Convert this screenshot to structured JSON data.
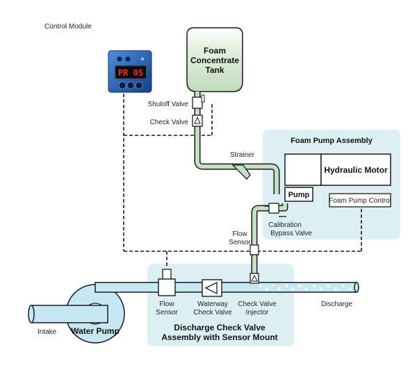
{
  "diagram": {
    "control_module_label": "Control Module",
    "control_module_display": "PR 05",
    "foam_tank": [
      "Foam",
      "Concentrate",
      "Tank"
    ],
    "shutoff_valve": "Shutoff Valve",
    "check_valve": "Check Valve",
    "strainer": "Strainer",
    "foam_pump_assembly": "Foam Pump Assembly",
    "hydraulic_motor": "Hydraulic Motor",
    "pump": "Pump",
    "foam_pump_control": "Foam Pump Control",
    "calibration_bypass_valve": [
      "Calibration",
      "Bypass Valve"
    ],
    "flow_sensor_upper": [
      "Flow",
      "Sensor"
    ],
    "flow_sensor_lower": [
      "Flow",
      "Sensor"
    ],
    "waterway_check_valve": [
      "Waterway",
      "Check Valve"
    ],
    "check_valve_injector": [
      "Check Valve",
      "Injector"
    ],
    "discharge": "Discharge",
    "intake": "Intake",
    "water_pump": "Water Pump",
    "discharge_assembly": [
      "Discharge Check Valve",
      "Assembly with Sensor Mount"
    ]
  },
  "colors": {
    "panel_blue": "#dcf0f4",
    "pipe_water_fill": "#c6e8f4",
    "pipe_foam_fill": "#c5dfc2",
    "outline": "#1a1a1a",
    "module_blue": "#1f5fb0",
    "display_red": "#ff2a2a"
  }
}
